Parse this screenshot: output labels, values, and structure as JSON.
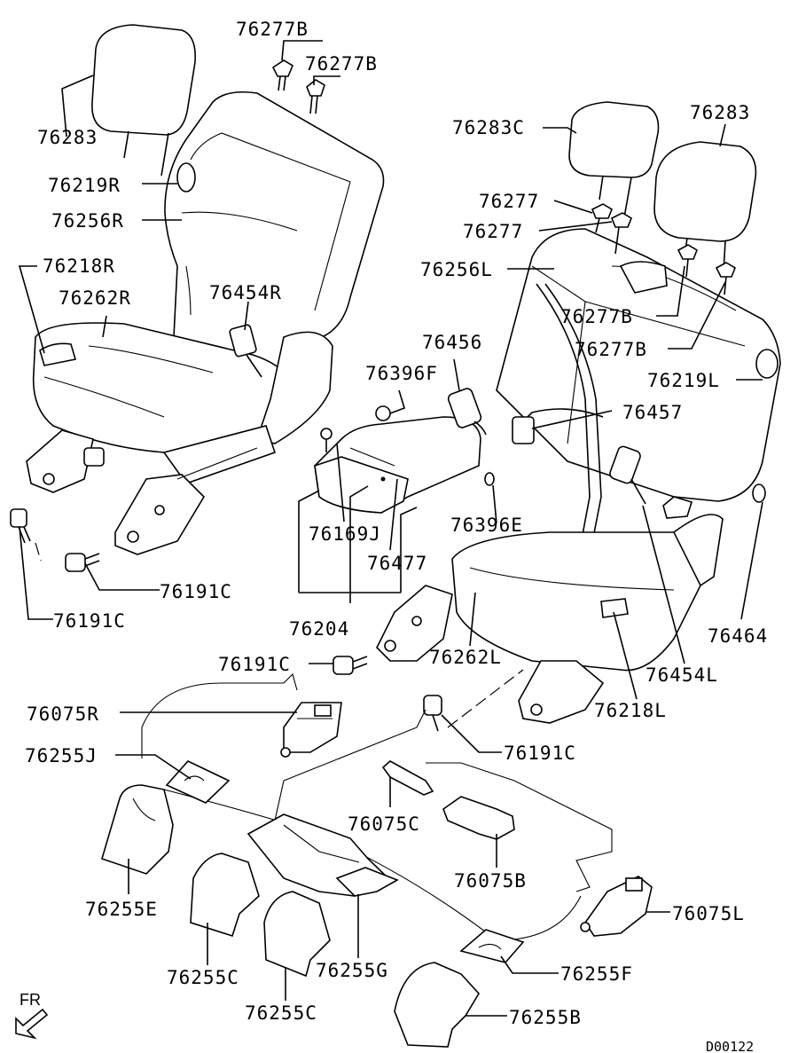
{
  "diagram_code": "D00122",
  "direction_marker": "FR",
  "parts": {
    "p76277B_a": "76277B",
    "p76277B_b": "76277B",
    "p76283_left": "76283",
    "p76219R": "76219R",
    "p76256R": "76256R",
    "p76218R": "76218R",
    "p76262R": "76262R",
    "p76454R": "76454R",
    "p76283C": "76283C",
    "p76283_right": "76283",
    "p76277_a": "76277",
    "p76277_b": "76277",
    "p76256L": "76256L",
    "p76277B_c": "76277B",
    "p76277B_d": "76277B",
    "p76456": "76456",
    "p76396F": "76396F",
    "p76219L": "76219L",
    "p76457": "76457",
    "p76396E": "76396E",
    "p76169J": "76169J",
    "p76477": "76477",
    "p76204": "76204",
    "p76262L": "76262L",
    "p76454L": "76454L",
    "p76464": "76464",
    "p76191C_a": "76191C",
    "p76191C_b": "76191C",
    "p76191C_c": "76191C",
    "p76191C_d": "76191C",
    "p76218L": "76218L",
    "p76075R": "76075R",
    "p76255J": "76255J",
    "p76075C": "76075C",
    "p76075B": "76075B",
    "p76255E": "76255E",
    "p76255C_a": "76255C",
    "p76255C_b": "76255C",
    "p76255G": "76255G",
    "p76075L": "76075L",
    "p76255F": "76255F",
    "p76255B": "76255B"
  }
}
